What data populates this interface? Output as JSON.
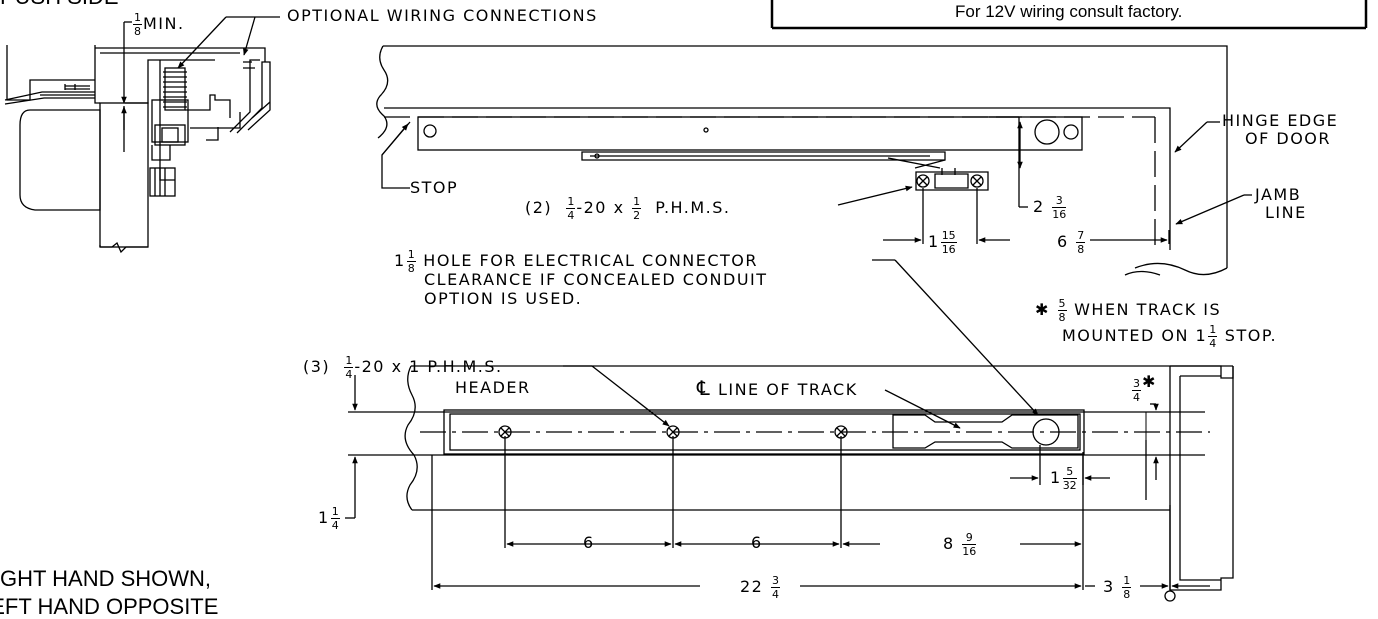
{
  "header": {
    "side_label": "PUSH SIDE",
    "wiring_note": "For 12V wiring consult factory."
  },
  "section_view": {
    "min_fraction": {
      "num": "1",
      "den": "8"
    },
    "min_text": "MIN.",
    "optional_wiring": "OPTIONAL WIRING CONNECTIONS"
  },
  "door_view": {
    "stop": "STOP",
    "hinge_edge_1": "HINGE EDGE",
    "hinge_edge_2": "OF DOOR",
    "jamb_1": "JAMB",
    "jamb_2": "LINE",
    "screws_2_qty": "(2)",
    "screws_2_fraction": {
      "num": "1",
      "den": "4"
    },
    "screws_2_mid": "-20 x",
    "screws_2_len": {
      "num": "1",
      "den": "2"
    },
    "screws_2_type": "P.H.M.S.",
    "dim_2_3_16_whole": "2",
    "dim_2_3_16_frac": {
      "num": "3",
      "den": "16"
    },
    "dim_1_15_16_whole": "1",
    "dim_1_15_16_frac": {
      "num": "15",
      "den": "16"
    },
    "dim_6_7_8_whole": "6",
    "dim_6_7_8_frac": {
      "num": "7",
      "den": "8"
    }
  },
  "notes": {
    "hole_whole": "1",
    "hole_frac": {
      "num": "1",
      "den": "8"
    },
    "hole_line1": "HOLE FOR ELECTRICAL CONNECTOR",
    "hole_line2": "CLEARANCE IF CONCEALED CONDUIT",
    "hole_line3": "OPTION IS USED.",
    "star_symbol": "✱",
    "star_frac": {
      "num": "5",
      "den": "8"
    },
    "star_line1": "WHEN TRACK IS",
    "star_line2a": "MOUNTED ON 1",
    "star_line2_frac": {
      "num": "1",
      "den": "4"
    },
    "star_line2b": "STOP."
  },
  "track_view": {
    "screws_3_qty": "(3)",
    "screws_3_fraction": {
      "num": "1",
      "den": "4"
    },
    "screws_3_rest": "-20 x 1 P.H.M.S.",
    "header": "HEADER",
    "cl_symbol": "℄",
    "cl_text": "LINE OF TRACK",
    "dim_3_4_frac": {
      "num": "3",
      "den": "4"
    },
    "dim_3_4_star": "✱",
    "dim_1_5_32_whole": "1",
    "dim_1_5_32_frac": {
      "num": "5",
      "den": "32"
    },
    "dim_1_1_4_whole": "1",
    "dim_1_1_4_frac": {
      "num": "1",
      "den": "4"
    },
    "dim_6_a": "6",
    "dim_6_b": "6",
    "dim_8_9_16_whole": "8",
    "dim_8_9_16_frac": {
      "num": "9",
      "den": "16"
    },
    "dim_22_3_4_whole": "22",
    "dim_22_3_4_frac": {
      "num": "3",
      "den": "4"
    },
    "dim_3_1_8_whole": "3",
    "dim_3_1_8_frac": {
      "num": "1",
      "den": "8"
    }
  },
  "footer": {
    "hand_line1": "RIGHT HAND SHOWN,",
    "hand_line2": "LEFT HAND OPPOSITE"
  }
}
